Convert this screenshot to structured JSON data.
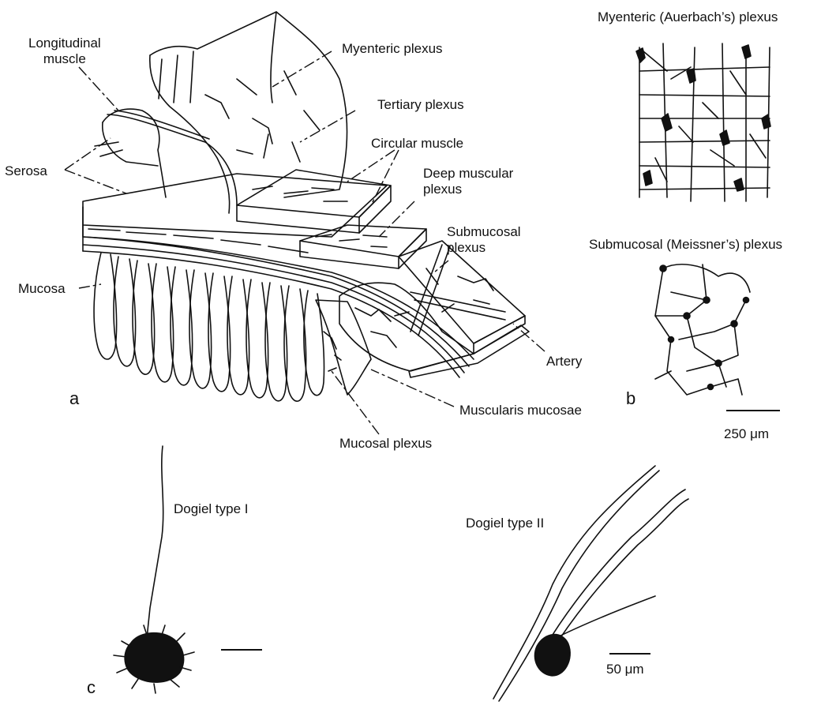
{
  "panels": {
    "a": "a",
    "b": "b",
    "c": "c"
  },
  "labels": {
    "longitudinal_muscle": "Longitudinal\nmuscle",
    "myenteric_plexus": "Myenteric plexus",
    "tertiary_plexus": "Tertiary plexus",
    "circular_muscle": "Circular muscle",
    "serosa": "Serosa",
    "deep_muscular_plexus": "Deep muscular\nplexus",
    "submucosal_plexus": "Submucosal\nplexus",
    "mucosa": "Mucosa",
    "artery": "Artery",
    "muscularis_mucosae": "Muscularis mucosae",
    "mucosal_plexus": "Mucosal plexus",
    "myenteric_auerbach": "Myenteric (Auerbach’s) plexus",
    "submucosal_meissner": "Submucosal (Meissner’s) plexus",
    "scale_250": "250 μm",
    "dogiel_1": "Dogiel type I",
    "dogiel_2": "Dogiel type II",
    "scale_50": "50 μm"
  }
}
